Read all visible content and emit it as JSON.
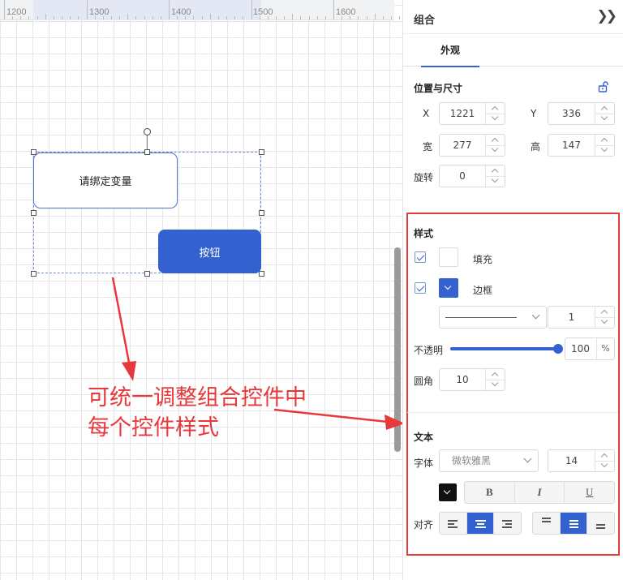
{
  "ruler": {
    "ticks": [
      "1200",
      "1300",
      "1400",
      "1500",
      "1600"
    ]
  },
  "canvas": {
    "variable_box_text": "请绑定变量",
    "button_text": "按钮",
    "annotation_lines": [
      "可统一调整组合控件中",
      "每个控件样式"
    ]
  },
  "panel": {
    "title": "组合",
    "collapse_icon": "double-chevron-right",
    "tabs": [
      {
        "label": "外观",
        "active": true
      }
    ],
    "position_size": {
      "title": "位置与尺寸",
      "lock_icon": "unlock-icon",
      "x_label": "X",
      "x_value": "1221",
      "y_label": "Y",
      "y_value": "336",
      "width_label": "宽",
      "width_value": "277",
      "height_label": "高",
      "height_value": "147",
      "rotation_label": "旋转",
      "rotation_value": "0"
    },
    "style": {
      "title": "样式",
      "fill_label": "填充",
      "fill_checked": true,
      "fill_color": "#ffffff",
      "border_label": "边框",
      "border_checked": true,
      "border_color": "#3361cf",
      "border_width": "1",
      "opacity_label": "不透明",
      "opacity_value": "100",
      "opacity_unit": "%",
      "opacity_fraction": 1.0,
      "radius_label": "圆角",
      "radius_value": "10"
    },
    "text": {
      "title": "文本",
      "font_label": "字体",
      "font_value": "微软雅黑",
      "font_size": "14",
      "color": "#111111",
      "bold_label": "B",
      "italic_label": "I",
      "underline_label": "U",
      "align_label": "对齐",
      "h_align": [
        "left",
        "center",
        "right"
      ],
      "h_align_active": "center",
      "v_align": [
        "top",
        "middle",
        "bottom"
      ],
      "v_align_active": "middle"
    }
  },
  "colors": {
    "accent": "#3361cf",
    "annotation": "#e8383b",
    "highlight_frame": "#e23c3c"
  }
}
